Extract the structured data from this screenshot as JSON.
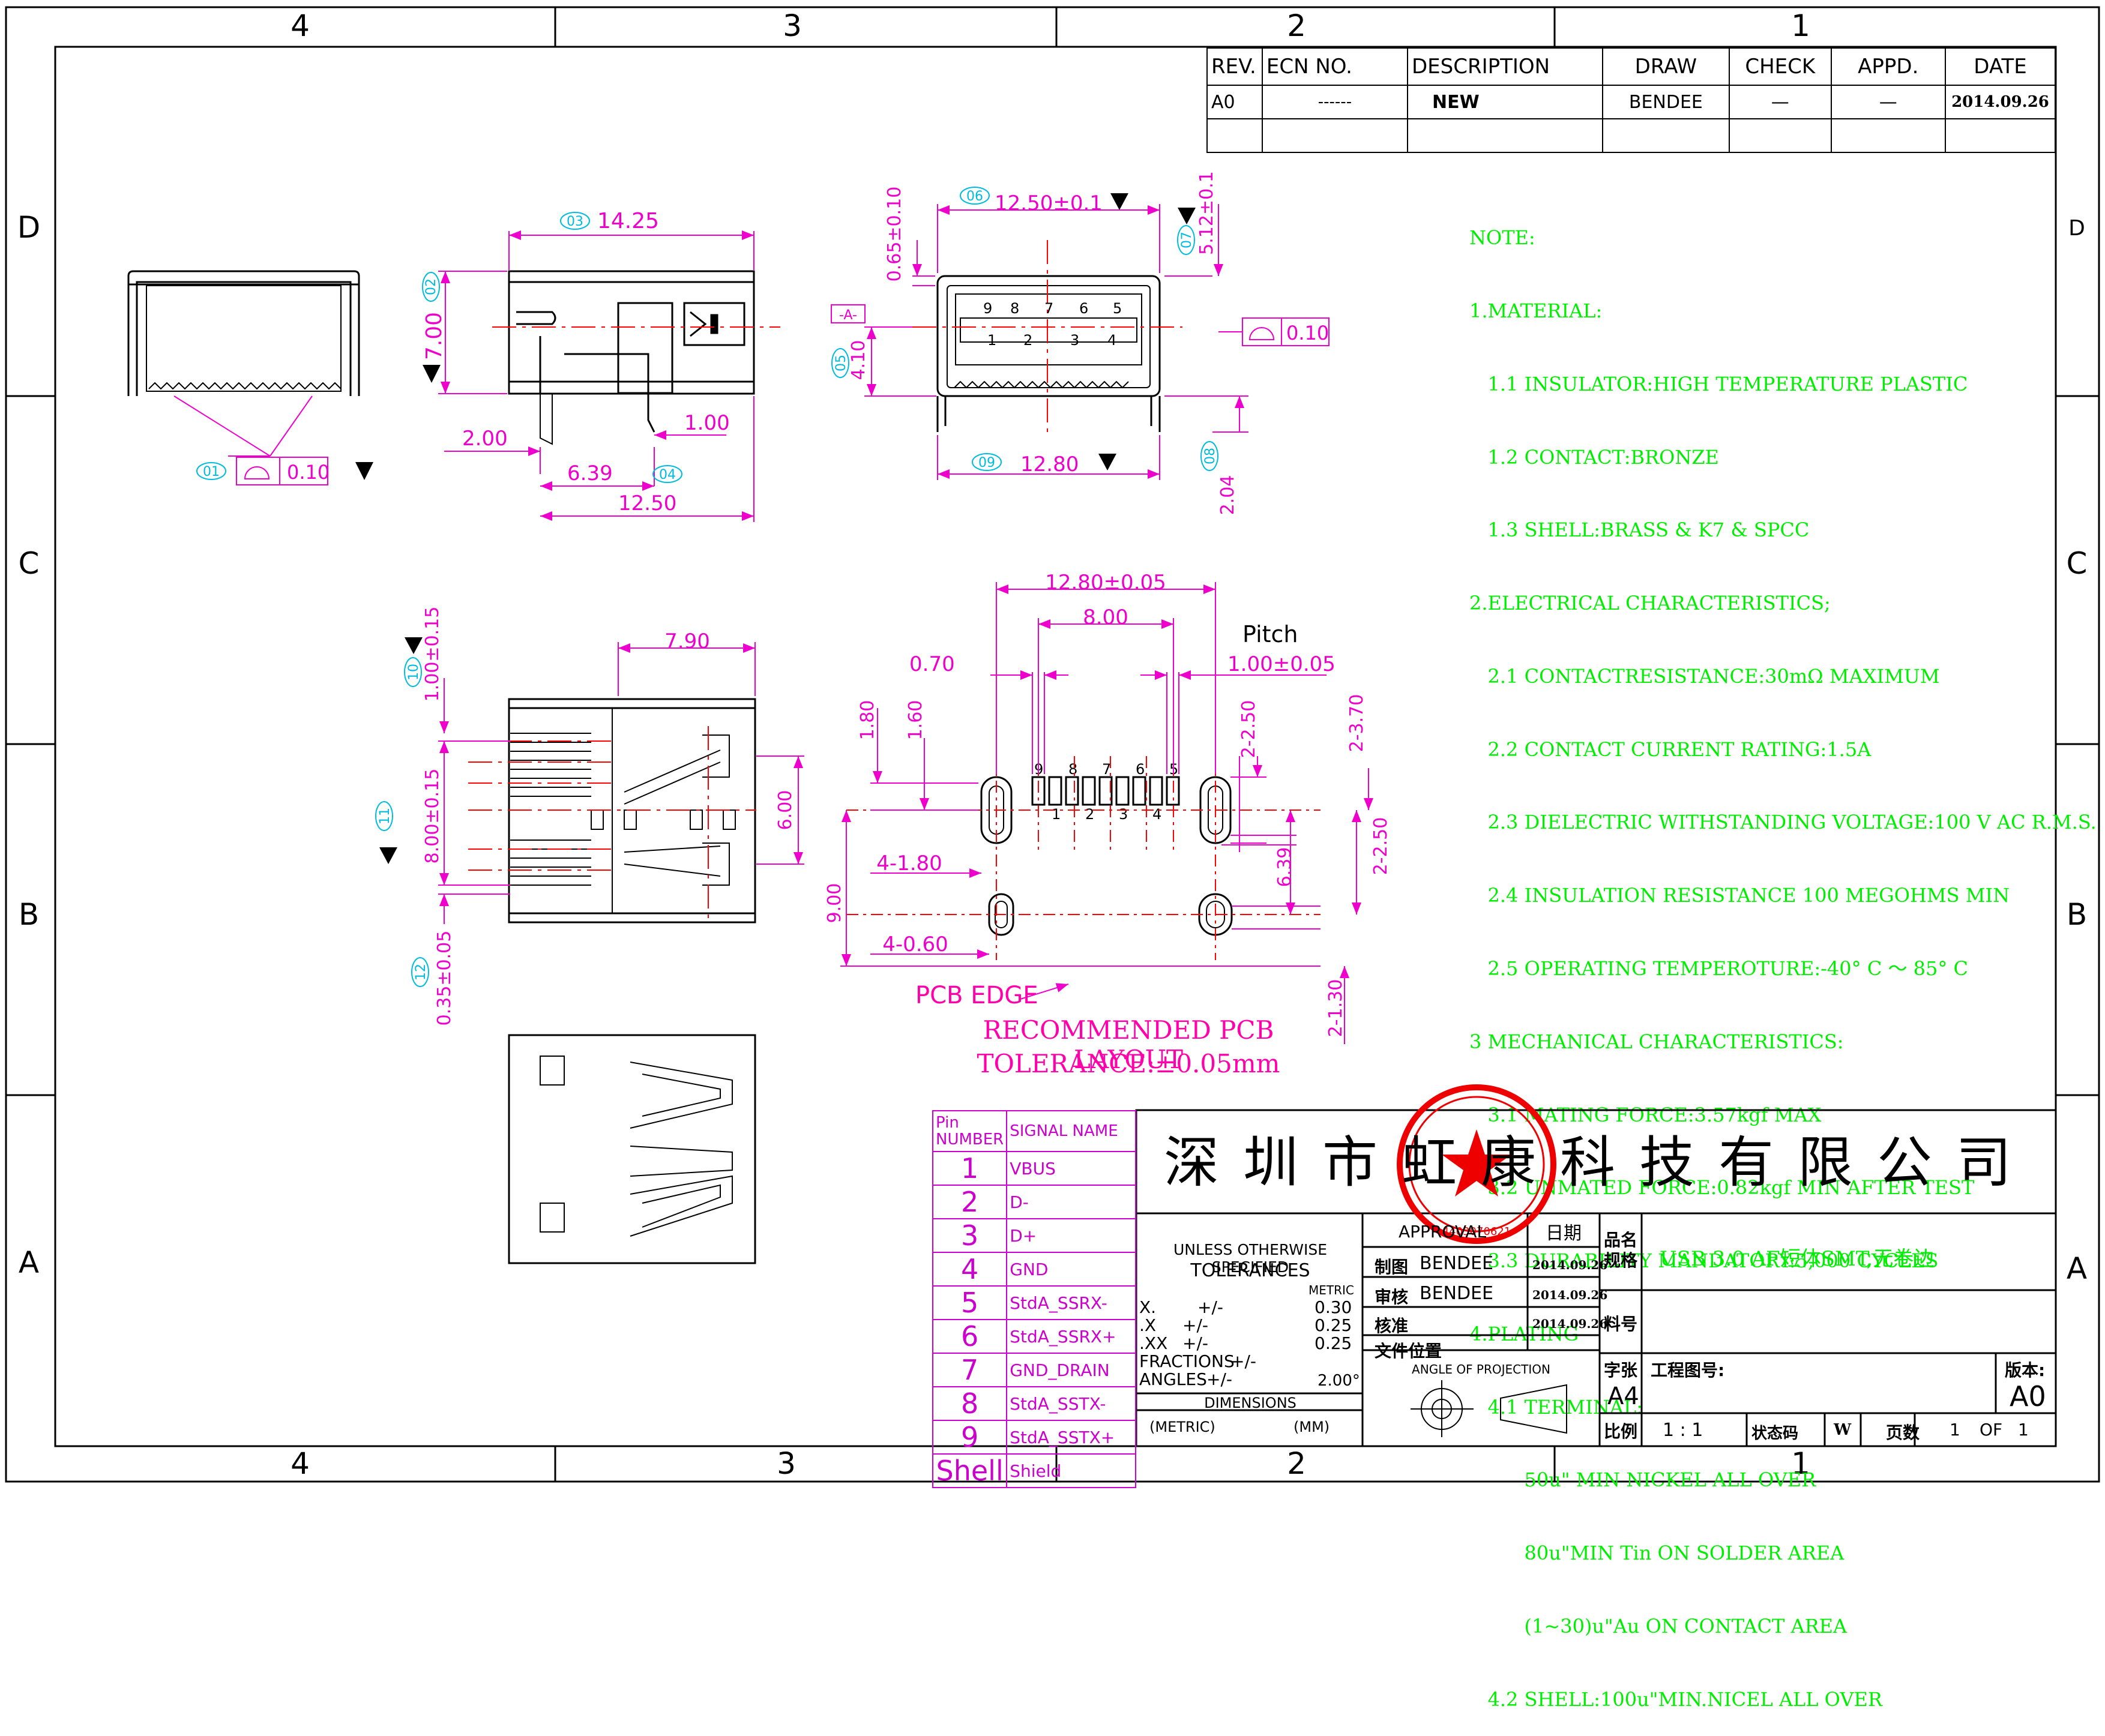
{
  "zones": {
    "columns": [
      "4",
      "3",
      "2",
      "1"
    ],
    "rows": [
      "D",
      "C",
      "B",
      "A"
    ]
  },
  "revision": {
    "headers": [
      "REV.",
      "ECN NO.",
      "DESCRIPTION",
      "DRAW",
      "CHECK",
      "APPD.",
      "DATE"
    ],
    "row": {
      "rev": "A0",
      "ecn": "------",
      "description": "NEW",
      "draw": "BENDEE",
      "check": "—",
      "appd": "—",
      "date": "2014.09.26"
    }
  },
  "notes": [
    "NOTE:",
    "1.MATERIAL:",
    "   1.1 INSULATOR:HIGH TEMPERATURE PLASTIC",
    "   1.2 CONTACT:BRONZE",
    "   1.3 SHELL:BRASS & K7 & SPCC",
    "2.ELECTRICAL CHARACTERISTICS;",
    "   2.1 CONTACTRESISTANCE:30mΩ MAXIMUM",
    "   2.2 CONTACT CURRENT RATING:1.5A",
    "   2.3 DIELECTRIC WITHSTANDING VOLTAGE:100 V AC R.M.S.",
    "   2.4 INSULATION RESISTANCE 100 MEGOHMS MIN",
    "   2.5 OPERATING TEMPEROTURE:-40° C ～ 85° C",
    "3 MECHANICAL CHARACTERISTICS:",
    "   3.1 MATING FORCE:3.57kgf MAX",
    "   3.2 UNMATED FORCE:0.82kgf MIN AFTER TEST",
    "   3.3 DURABILITY MANDATORY:5,000 CYCLES",
    "4.PLATING",
    "   4.1 TERMINAL:",
    "         50u\" MIN NICKEL ALL OVER",
    "         80u\"MIN Tin ON SOLDER AREA",
    "         (1~30)u\"Au ON CONTACT AREA",
    "   4.2 SHELL:100u\"MIN.NICEL ALL OVER"
  ],
  "dimensions": {
    "top_left": {
      "tag": "01",
      "flatness": "0.10"
    },
    "side": {
      "d03": "14.25",
      "d03_tag": "03",
      "d02": "7.00",
      "d02_tag": "02",
      "left_lead": "2.00",
      "right_lead": "1.00",
      "d04": "6.39",
      "d04_tag": "04",
      "overall": "12.50"
    },
    "front": {
      "d06": "12.50±0.1",
      "d06_tag": "06",
      "top_gap": "0.65±0.10",
      "d07": "5.12±0.1",
      "d07_tag": "07",
      "datum": "-A-",
      "d05": "4.10",
      "d05_tag": "05",
      "flatness": "0.10",
      "d09": "12.80",
      "d09_tag": "09",
      "d08": "2.04",
      "d08_tag": "08",
      "pins_top": [
        "9",
        "8",
        "7",
        "6",
        "5"
      ],
      "pins_bottom": [
        "1",
        "2",
        "3",
        "4"
      ]
    },
    "bottom": {
      "d10": "1.00±0.15",
      "d10_tag": "10",
      "width": "7.90",
      "d11": "8.00±0.15",
      "d11_tag": "11",
      "inner": "6.00",
      "d12": "0.35±0.05",
      "d12_tag": "12"
    },
    "pcb": {
      "overall": "12.80±0.05",
      "span": "8.00",
      "pitch_label": "Pitch",
      "pitch": "1.00±0.05",
      "pad_w": "0.70",
      "v1": "1.80",
      "v2": "1.60",
      "slot1": "2-2.50",
      "slot2": "2-3.70",
      "slot3": "2-2.50",
      "h1": "4-1.80",
      "h2": "4-0.60",
      "h3": "9.00",
      "h4": "6.39",
      "h5": "2-1.30",
      "pads_top": [
        "9",
        "8",
        "7",
        "6",
        "5"
      ],
      "pads_bottom": [
        "1",
        "2",
        "3",
        "4"
      ],
      "edge": "PCB EDGE",
      "title": "RECOMMENDED PCB LAYOUT",
      "tolerance": "TOLERANCE:±0.05mm"
    }
  },
  "pin_table": {
    "header_num": "Pin NUMBER",
    "header_sig": "SIGNAL NAME",
    "rows": [
      {
        "num": "1",
        "sig": "VBUS"
      },
      {
        "num": "2",
        "sig": "D-"
      },
      {
        "num": "3",
        "sig": "D+"
      },
      {
        "num": "4",
        "sig": "GND"
      },
      {
        "num": "5",
        "sig": "StdA_SSRX-"
      },
      {
        "num": "6",
        "sig": "StdA_SSRX+"
      },
      {
        "num": "7",
        "sig": "GND_DRAIN"
      },
      {
        "num": "8",
        "sig": "StdA_SSTX-"
      },
      {
        "num": "9",
        "sig": "StdA_SSTX+"
      },
      {
        "num": "Shell",
        "sig": "Shield"
      }
    ]
  },
  "title_block": {
    "company": "深圳市虹康科技有限公司",
    "tolerance_title": "UNLESS OTHERWISE SPECIFIED",
    "tolerance_sub": "TOLERANCES",
    "metric": "METRIC",
    "tol_rows": [
      {
        "k": "X.",
        "pm": "+/-",
        "v": "0.30"
      },
      {
        "k": ".X",
        "pm": "+/-",
        "v": "0.25"
      },
      {
        "k": ".XX",
        "pm": "+/-",
        "v": "0.25"
      },
      {
        "k": "FRACTIONS",
        "pm": "+/-",
        "v": ""
      },
      {
        "k": "ANGLES",
        "pm": "+/-",
        "v": "2.00°"
      }
    ],
    "dims_label": "DIMENSIONS",
    "dims_metric": "(METRIC)",
    "dims_mm": "(MM)",
    "approval": "APPROVAL",
    "date_label": "日期",
    "drawn_label": "制图",
    "drawn_by": "BENDEE",
    "drawn_date": "2014.09.26",
    "check_label": "审核",
    "check_by": "BENDEE",
    "check_date": "2014.09.26",
    "approve_label": "核准",
    "approve_date": "2014.09.26",
    "file_label": "文件位置",
    "projection": "ANGLE OF PROJECTION",
    "name_label": "品名规格",
    "product": "USB 3.0 AF短体SMT,无卷边",
    "part_label": "料号",
    "size_label": "字张",
    "size": "A4",
    "dwg_label": "工程图号:",
    "ver_label": "版本:",
    "ver": "A0",
    "scale_label": "比例",
    "scale": "1 : 1",
    "status_label": "状态码",
    "status": "W",
    "pages_label": "页数",
    "pages": "1",
    "of": "OF",
    "of_total": "1",
    "stamp_text": "深圳市虹康科技有限公司",
    "stamp_no": "4403070621"
  },
  "colors": {
    "dim": "#ee00cc",
    "center": "#ff0000",
    "note": "#00ee00",
    "tag": "#00bbdd",
    "line": "#000000",
    "stamp": "#ee0000"
  }
}
